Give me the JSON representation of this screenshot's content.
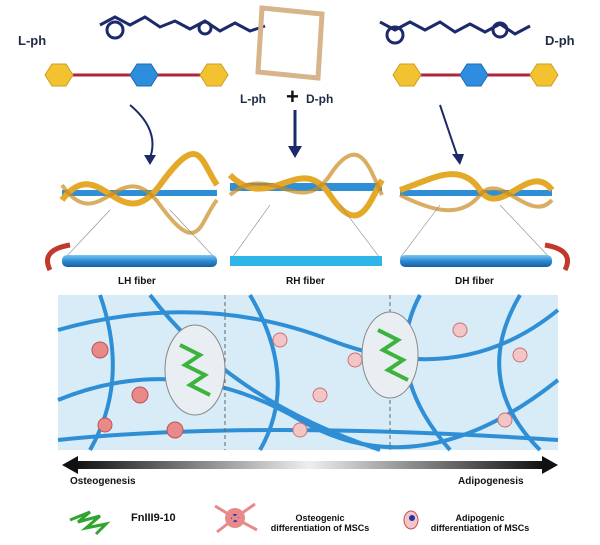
{
  "top": {
    "left_label": "L-ph",
    "right_label": "D-ph",
    "mix_left": "L-ph",
    "mix_plus": "+",
    "mix_right": "D-ph"
  },
  "fibers": {
    "left": "LH fiber",
    "middle": "RH fiber",
    "right": "DH fiber"
  },
  "axis": {
    "left": "Osteogenesis",
    "right": "Adipogenesis"
  },
  "legend": {
    "protein": "FnIII9-10",
    "osteo_line1": "Osteogenic",
    "osteo_line2": "differentiation of MSCs",
    "adipo_line1": "Adipogenic",
    "adipo_line2": "differentiation of MSCs"
  },
  "colors": {
    "fiber": "#2f8fd6",
    "helix": "#e5a92a",
    "panel": "#d7ecf7",
    "hex_yellow": "#f2c230",
    "hex_blue": "#2f8de0"
  }
}
